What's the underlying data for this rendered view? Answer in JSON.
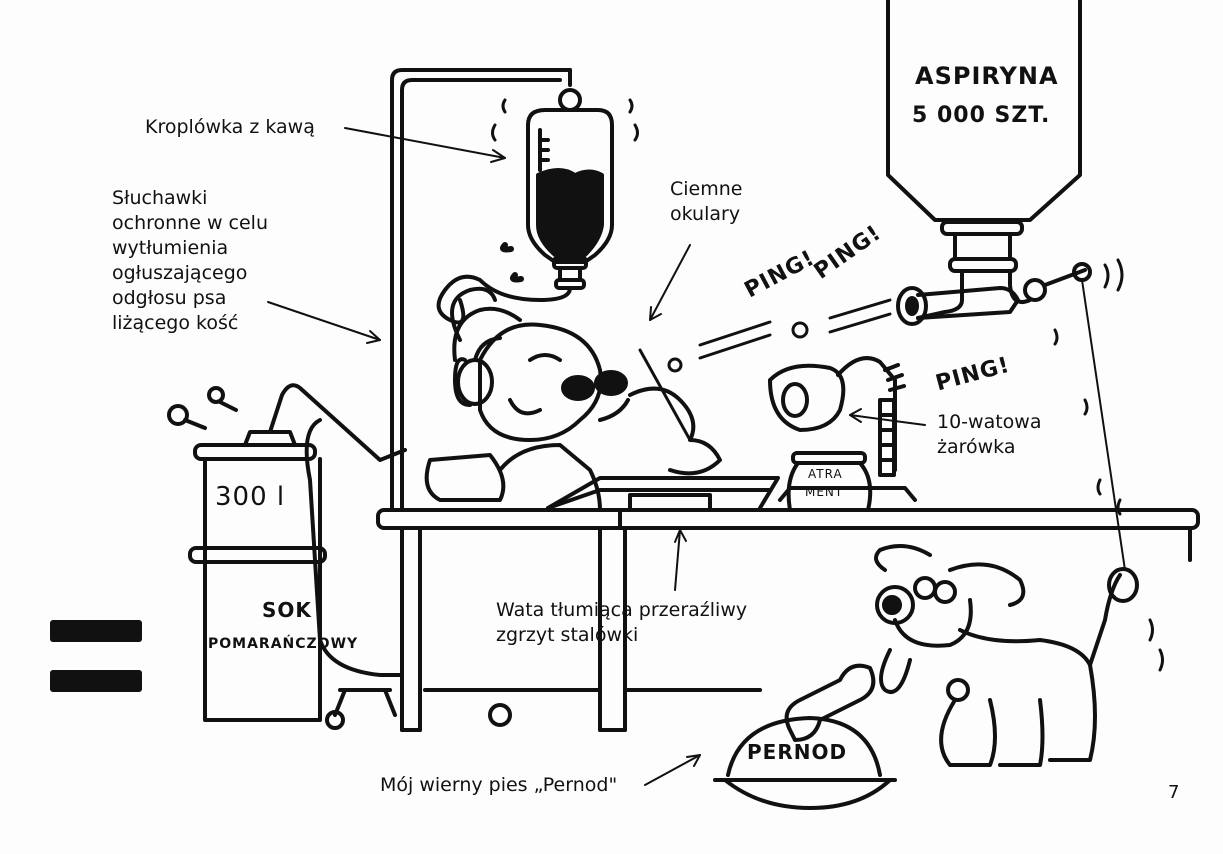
{
  "page": {
    "number": "7",
    "ink_color": "#111111",
    "paper_color": "#fdfdfd"
  },
  "labels": {
    "iv_coffee": "Kroplówka z kawą",
    "headphones": "Słuchawki\nochronne w celu\nwytłumienia\nogłuszającego\nodgłosu psa\nliżącego kość",
    "sunglasses": "Ciemne\nokulary",
    "bulb": "10-watowa\nżarówka",
    "cotton": "Wata tłumiąca przeraźliwy\nzgrzyt stalówki",
    "dog": "Mój wierny pies „Pernod\""
  },
  "drawn_text": {
    "aspirin_line1": "ASPIRYNA",
    "aspirin_line2": "5 000 SZT.",
    "barrel_volume": "300 l",
    "barrel_line1": "SOK",
    "barrel_line2": "POMARAŃCZOWY",
    "ink_line1": "ATRA",
    "ink_line2": "MENT",
    "bowl": "PERNOD",
    "ping1": "PING!",
    "ping2": "PING!",
    "ping3": "PING!"
  },
  "icons": [
    "iv-bag-icon",
    "aspirin-dispenser-icon",
    "juice-barrel-icon",
    "desk-lamp-icon",
    "ink-jar-icon",
    "dog-icon",
    "dog-bowl-icon",
    "headphones-icon",
    "sunglasses-icon"
  ]
}
